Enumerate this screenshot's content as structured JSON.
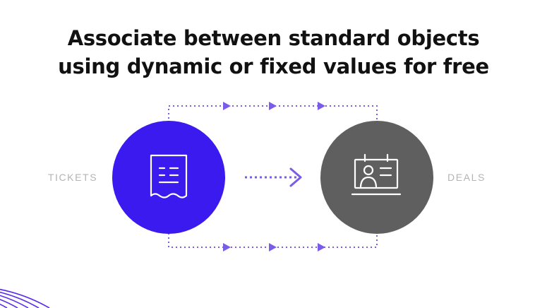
{
  "heading": {
    "line1": "Associate between standard objects",
    "line2": "using dynamic or fixed values for free"
  },
  "left_node": {
    "label": "TICKETS",
    "icon": "receipt-icon",
    "color": "#3a1aef"
  },
  "right_node": {
    "label": "DEALS",
    "icon": "id-card-icon",
    "color": "#5f5f5f"
  },
  "connector_color": "#7b5ce8",
  "label_color": "#b4b4b4",
  "decoration_color": "#5b2ee8"
}
